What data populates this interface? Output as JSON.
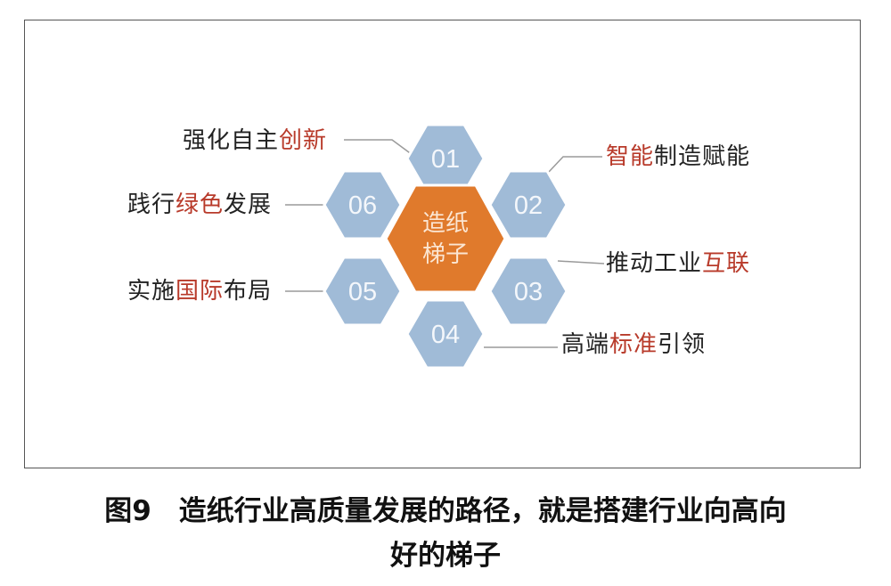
{
  "colors": {
    "hex_fill": "#a0bbd7",
    "center_fill": "#e07a2c",
    "highlight": "#b83a2a"
  },
  "center": {
    "line1": "造纸",
    "line2": "梯子"
  },
  "hexes": [
    "01",
    "02",
    "03",
    "04",
    "05",
    "06"
  ],
  "labels": [
    {
      "a": "强化自主",
      "b": "创新",
      "c": ""
    },
    {
      "a": "",
      "b": "智能",
      "c": "制造赋能"
    },
    {
      "a": "推动工业",
      "b": "互联",
      "c": ""
    },
    {
      "a": "高端",
      "b": "标准",
      "c": "引领"
    },
    {
      "a": "实施",
      "b": "国际",
      "c": "布局"
    },
    {
      "a": "践行",
      "b": "绿色",
      "c": "发展"
    }
  ],
  "caption": {
    "line1": "图9　造纸行业高质量发展的路径，就是搭建行业向高向",
    "line2": "好的梯子"
  }
}
